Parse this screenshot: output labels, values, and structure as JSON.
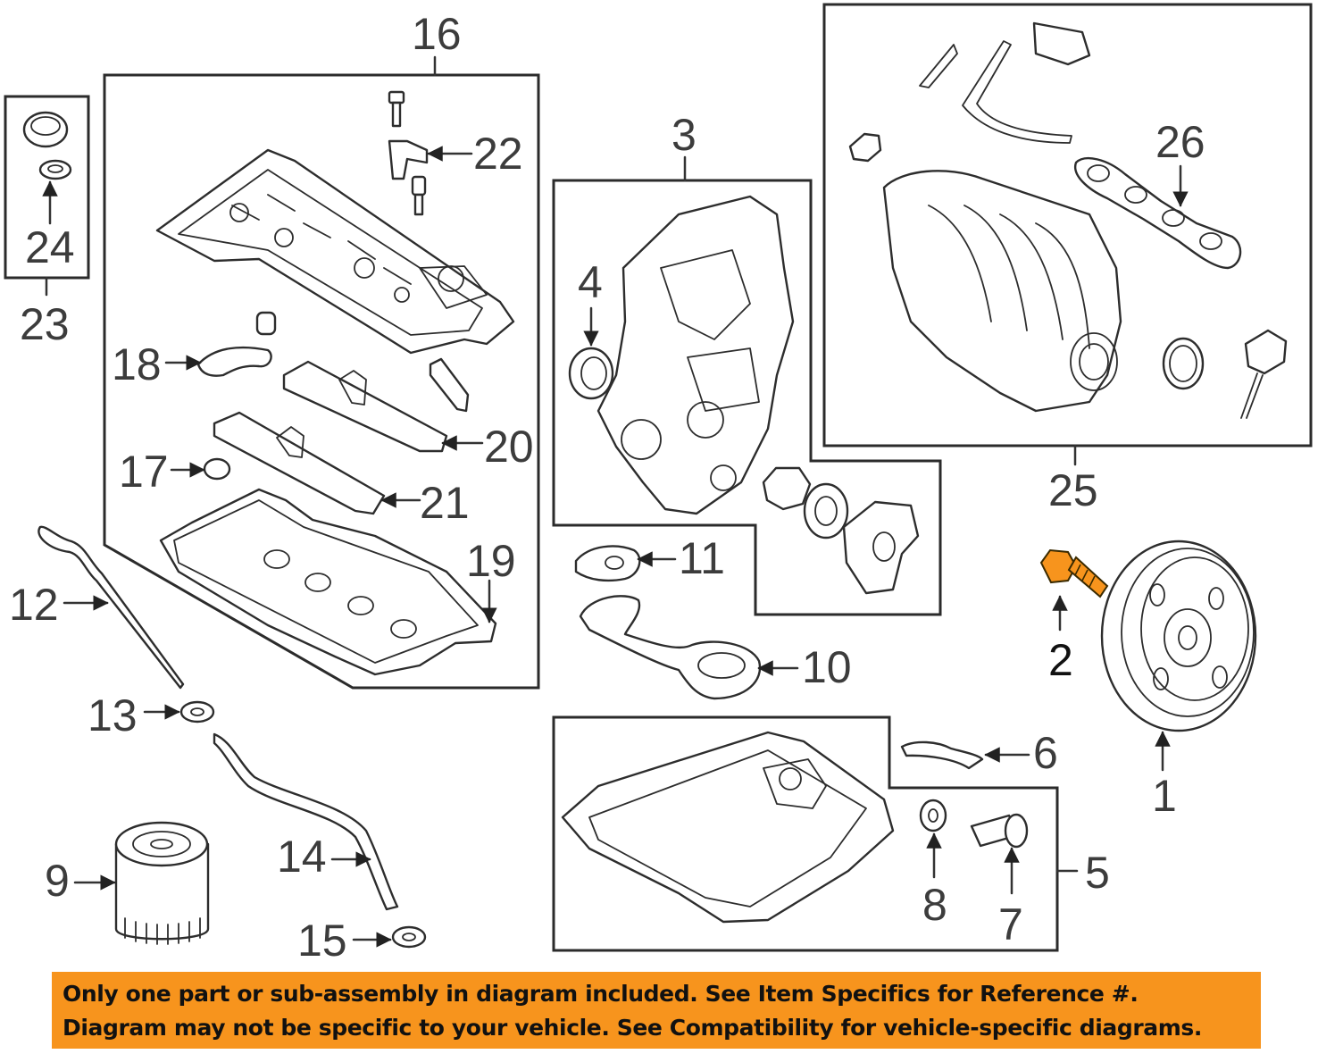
{
  "callouts": {
    "c1": "1",
    "c2": "2",
    "c3": "3",
    "c4": "4",
    "c5": "5",
    "c6": "6",
    "c7": "7",
    "c8": "8",
    "c9": "9",
    "c10": "10",
    "c11": "11",
    "c12": "12",
    "c13": "13",
    "c14": "14",
    "c15": "15",
    "c16": "16",
    "c17": "17",
    "c18": "18",
    "c19": "19",
    "c20": "20",
    "c21": "21",
    "c22": "22",
    "c23": "23",
    "c24": "24",
    "c25": "25",
    "c26": "26"
  },
  "highlight": {
    "part": "2",
    "color": "#f7941d"
  },
  "notice": {
    "line1": "Only one part or sub-assembly in diagram included. See Item Specifics for Reference #.",
    "line2": "Diagram may not be specific to your vehicle. See Compatibility for vehicle-specific diagrams.",
    "background": "#f7941d"
  }
}
